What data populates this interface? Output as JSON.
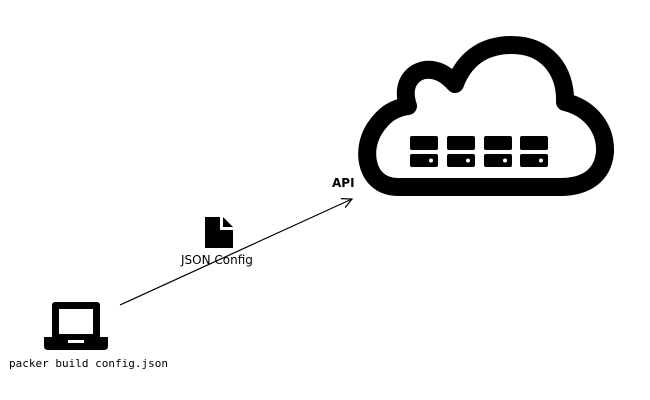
{
  "diagram": {
    "api_label": "API",
    "doc_label": "JSON Config",
    "laptop_label": "packer build config.json",
    "icons": {
      "cloud": "cloud-icon",
      "server": "server-rack-icon",
      "document": "document-icon",
      "laptop": "laptop-icon"
    },
    "colors": {
      "stroke": "#000000",
      "background": "#ffffff"
    }
  }
}
